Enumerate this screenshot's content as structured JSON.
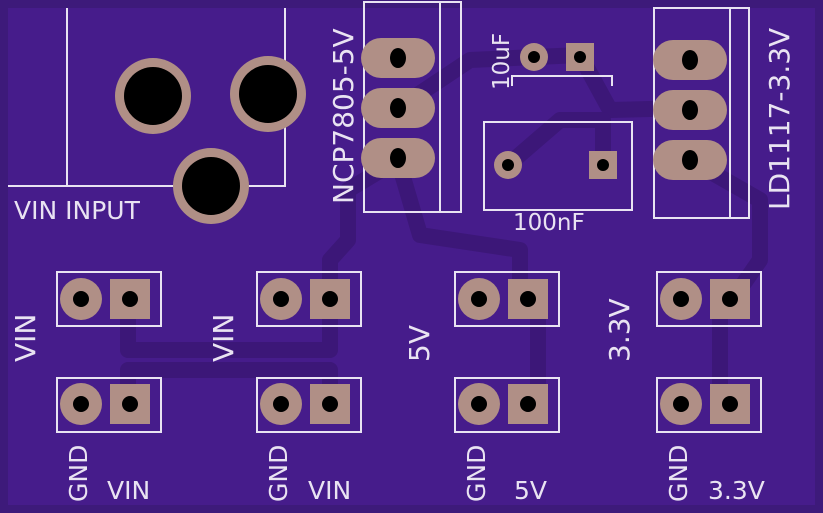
{
  "board": {
    "colors": {
      "substrate": "#3d1a7a",
      "copper_pour": "#461c8b",
      "trace": "#3c1778",
      "silkscreen": "#e9e3f2",
      "pad": "#b08f86",
      "drill": "#000000"
    }
  },
  "components": {
    "vin_input": {
      "label": "VIN INPUT"
    },
    "ncp7805": {
      "label": "NCP7805-5V"
    },
    "ld1117": {
      "label": "LD1117-3.3V"
    },
    "cap_10uf": {
      "label": "10uF"
    },
    "cap_100nf": {
      "label": "100nF"
    }
  },
  "headers": [
    {
      "id": "vin1",
      "top_label": "VIN",
      "bottom_label": "GND",
      "footer_label": "VIN"
    },
    {
      "id": "vin2",
      "top_label": "VIN",
      "bottom_label": "GND",
      "footer_label": "VIN"
    },
    {
      "id": "5v",
      "top_label": "5V",
      "bottom_label": "GND",
      "footer_label": "5V"
    },
    {
      "id": "3v3",
      "top_label": "3.3V",
      "bottom_label": "GND",
      "footer_label": "3.3V"
    }
  ]
}
